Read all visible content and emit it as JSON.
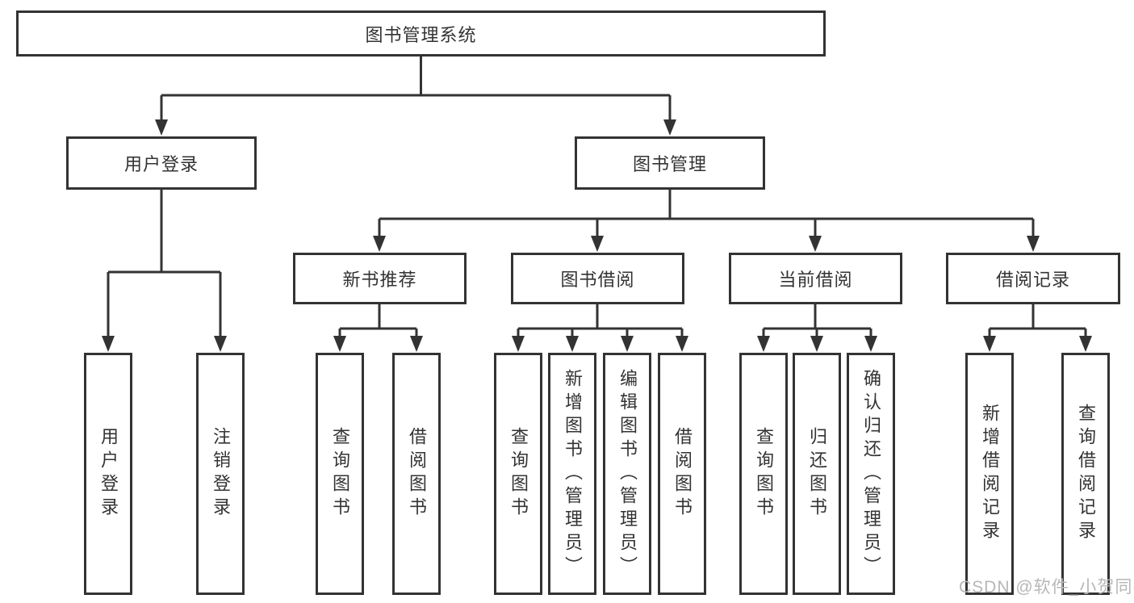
{
  "diagram": {
    "root": "图书管理系统",
    "level2": [
      "用户登录",
      "图书管理"
    ],
    "level3": [
      "新书推荐",
      "图书借阅",
      "当前借阅",
      "借阅记录"
    ],
    "leaves": [
      "用户登录",
      "注销登录",
      "查询图书",
      "借阅图书",
      "查询图书",
      "新增图书（管理员）",
      "编辑图书（管理员）",
      "借阅图书",
      "查询图书",
      "归还图书",
      "确认归还（管理员）",
      "新增借阅记录",
      "查询借阅记录"
    ]
  },
  "colors": {
    "line": "#333333",
    "box_border": "#333333",
    "text": "#333333",
    "watermark": "#b7b7b7",
    "background": "#ffffff"
  },
  "watermark": "CSDN @软件_小贺同学"
}
